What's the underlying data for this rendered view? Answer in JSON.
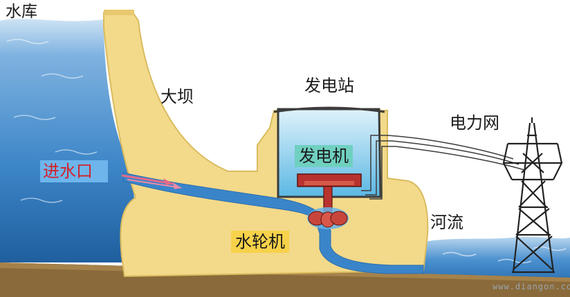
{
  "labels": {
    "reservoir": "水库",
    "dam": "大坝",
    "power_station": "发电站",
    "generator": "发电机",
    "intake": "进水口",
    "turbine": "水轮机",
    "river": "河流",
    "power_grid": "电力网"
  },
  "watermark": "www.diangon.com",
  "colors": {
    "water": "#2e7fc4",
    "water_light": "#7fb2e0",
    "dam": "#f3d98a",
    "dam_edge": "#d9bb5e",
    "generator_box": "#6ec6e9",
    "generator_label_bg": "#6fd0c0",
    "turbine_label_bg": "#f7d24a",
    "intake_label_bg": "#6eb5ec",
    "intake_text": "#d2202a",
    "turbine_body": "#b8332f",
    "ground": "#8a6a3a"
  }
}
